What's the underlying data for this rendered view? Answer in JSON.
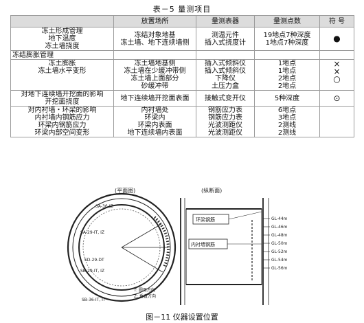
{
  "table": {
    "title": "表－5  量测项目",
    "headers": [
      "",
      "放置场所",
      "量测表器",
      "量测点数",
      "符 号"
    ],
    "rows": [
      {
        "item": [
          "冻土形成管理",
          "地下温度",
          "冻土墙挠度"
        ],
        "place": [
          "冻结对象地基",
          "冻土墙、地下连续墙侧"
        ],
        "instrument": [
          "测温元件",
          "插入式挠度计"
        ],
        "points": [
          "19地点7种深度",
          "1地点7种深度"
        ],
        "symbol": [
          "●"
        ]
      },
      {
        "item": [
          "冻结膨胀管理"
        ],
        "group": true
      },
      {
        "item": [
          "冻土膨胀",
          "冻土墙水平变形"
        ],
        "place": [
          "冻土墙地基侧",
          "冻土墙在少缓冲带侧",
          "冻土墙上面部分",
          "砂缓冲带"
        ],
        "instrument": [
          "插入式倾斜仪",
          "插入式倾斜仪",
          "下降仪",
          "土压力盒"
        ],
        "points": [
          "1地点",
          "1地点",
          "2地点",
          "2地点"
        ],
        "symbol": [
          "×",
          "×",
          "○",
          ""
        ]
      },
      {
        "item": [
          "对地下连续墙开挖面的影响",
          "开挖面挠度"
        ],
        "place": [
          "地下连续墙开挖面表面"
        ],
        "instrument": [
          "接触式变开仪"
        ],
        "points": [
          "5种深度"
        ],
        "symbol": [
          "⊙"
        ]
      },
      {
        "item": [
          "对内衬墙・环梁的影响",
          "内衬墙内钢筋应力",
          "环梁内钢筋应力",
          "环梁内部空间变形"
        ],
        "place": [
          "内衬墙处",
          "环梁内",
          "环梁内表面",
          "地下连续墙内表面"
        ],
        "instrument": [
          "钢筋应力表",
          "钢筋应力表",
          "光波测距仪",
          "光波测距仪"
        ],
        "points": [
          "6地点",
          "3地点",
          "2测线",
          "2测线"
        ],
        "symbol": [
          ""
        ]
      }
    ]
  },
  "figure": {
    "caption": "图－11  仪器设置位置",
    "plan_label": "(平面图)",
    "section_label": "(纵断面)",
    "circle_labels": [
      "SA-36-IZ",
      "SA-29-IT, IZ",
      "SD-29-DT",
      "SB-29-IT, IZ",
      "SB-36-IT, IT"
    ],
    "right_labels": [
      "环梁钢筋",
      "内衬墙钢筋"
    ],
    "depth_labels": [
      "GL-44m",
      "GL-46m",
      "GL-48m",
      "GL-50m",
      "GL-52m",
      "GL-54m",
      "GL-56m"
    ],
    "legend": [
      "T: 圆周方向",
      "Z: 垂直方向"
    ]
  }
}
